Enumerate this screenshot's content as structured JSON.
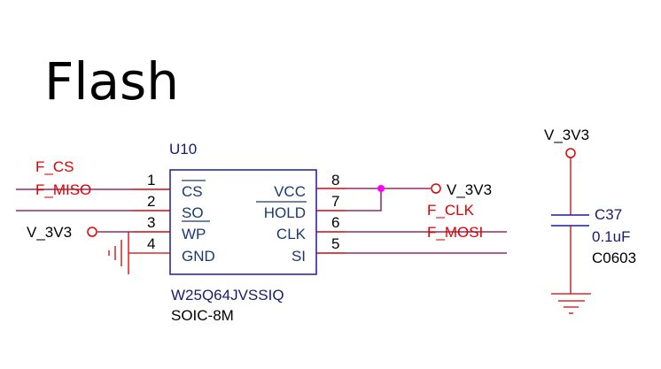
{
  "title": "Flash",
  "chip": {
    "refdes": "U10",
    "part_number": "W25Q64JVSSIQ",
    "package": "SOIC-8M",
    "left_pins": [
      {
        "num": "1",
        "name": "CS",
        "overbar": true
      },
      {
        "num": "2",
        "name": "SO",
        "overbar": false
      },
      {
        "num": "3",
        "name": "WP",
        "overbar": true
      },
      {
        "num": "4",
        "name": "GND",
        "overbar": false
      }
    ],
    "right_pins": [
      {
        "num": "8",
        "name": "VCC",
        "overbar": false
      },
      {
        "num": "7",
        "name": "HOLD",
        "overbar": true
      },
      {
        "num": "6",
        "name": "CLK",
        "overbar": false
      },
      {
        "num": "5",
        "name": "SI",
        "overbar": false
      }
    ]
  },
  "nets": {
    "left": [
      "F_CS",
      "F_MISO"
    ],
    "right": [
      "F_CLK",
      "F_MOSI"
    ],
    "wp_power": "V_3V3",
    "vcc_power": "V_3V3"
  },
  "capacitor": {
    "refdes": "C37",
    "value": "0.1uF",
    "footprint": "C0603",
    "power": "V_3V3"
  },
  "colors": {
    "wire": "#800040",
    "pin": "#d00000",
    "net_label": "#e00000",
    "body": "#1a1aa0",
    "junction": "#ff00ff"
  }
}
